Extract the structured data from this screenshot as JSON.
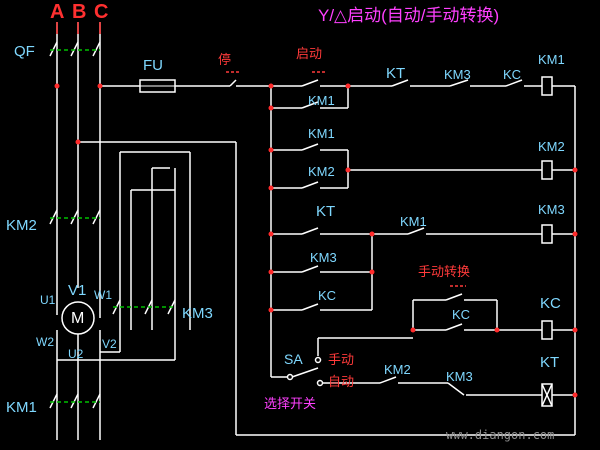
{
  "title": "Y/△启动(自动/手动转换)",
  "phases": {
    "a": "A",
    "b": "B",
    "c": "C"
  },
  "power": {
    "breaker": "QF",
    "fuse": "FU",
    "km2": "KM2",
    "km3": "KM3",
    "km1": "KM1"
  },
  "motor": {
    "symbol": "M",
    "u1": "U1",
    "v1": "V1",
    "w1": "W1",
    "w2": "W2",
    "u2": "U2",
    "v2": "V2"
  },
  "control": {
    "stop": "停",
    "start": "启动",
    "km1_hold": "KM1",
    "km1_aux": "KM1",
    "km2_aux": "KM2",
    "kt_row1": "KT",
    "km3_row1": "KM3",
    "kc_row1": "KC",
    "coil_km1": "KM1",
    "coil_km2": "KM2",
    "kt_row3": "KT",
    "km1_row3": "KM1",
    "coil_km3": "KM3",
    "km3_aux": "KM3",
    "kc_aux": "KC",
    "manual_switch": "手动转换",
    "kc_manual": "KC",
    "coil_kc": "KC",
    "sa": "SA",
    "manual": "手动",
    "auto": "自动",
    "km2_row6": "KM2",
    "km3_row6": "KM3",
    "coil_kt": "KT",
    "selector": "选择开关"
  },
  "watermark": "www.diangon.com",
  "colors": {
    "wire": "#ffffff",
    "label": "#7fd8ff",
    "accent": "#ff3a3a",
    "title": "#ff40ff",
    "dashed": "#00c000"
  }
}
